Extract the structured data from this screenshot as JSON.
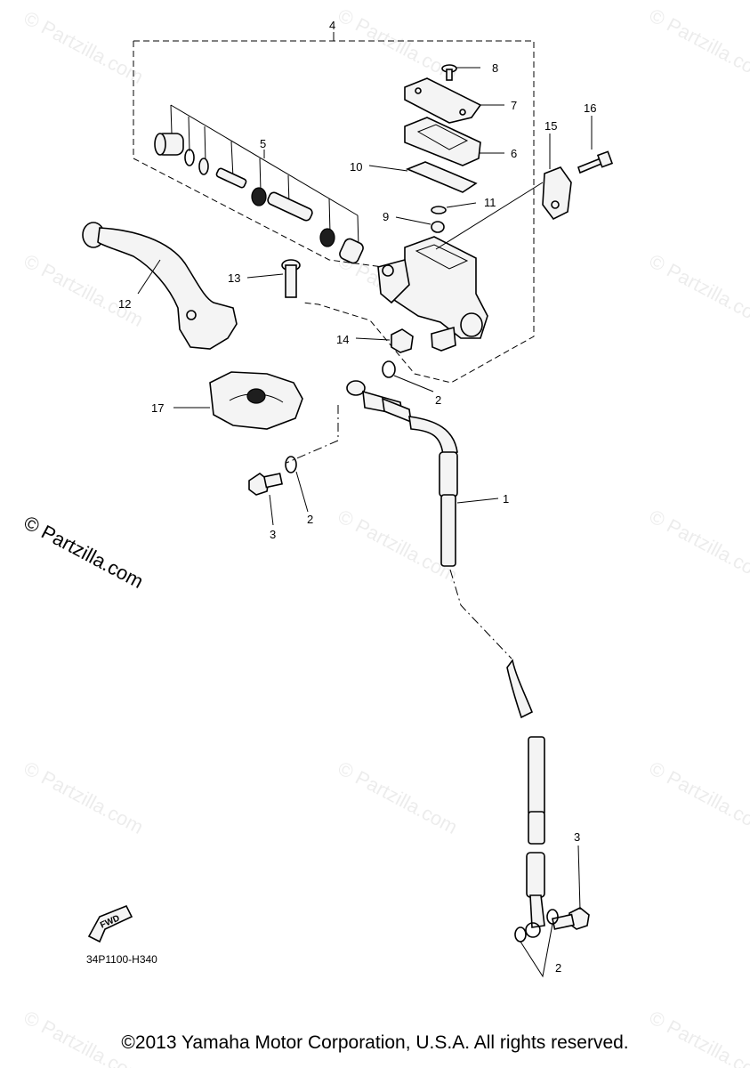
{
  "watermark": "© Partzilla.com",
  "diagram_code": "34P1100-H340",
  "fwd_label": "FWD",
  "copyright": "©2013 Yamaha Motor Corporation, U.S.A. All rights reserved.",
  "callouts": {
    "c1": "1",
    "c2a": "2",
    "c2b": "2",
    "c2c": "2",
    "c3a": "3",
    "c3b": "3",
    "c4": "4",
    "c5": "5",
    "c6": "6",
    "c7": "7",
    "c8": "8",
    "c9": "9",
    "c10": "10",
    "c11": "11",
    "c12": "12",
    "c13": "13",
    "c14": "14",
    "c15": "15",
    "c16": "16",
    "c17": "17"
  }
}
